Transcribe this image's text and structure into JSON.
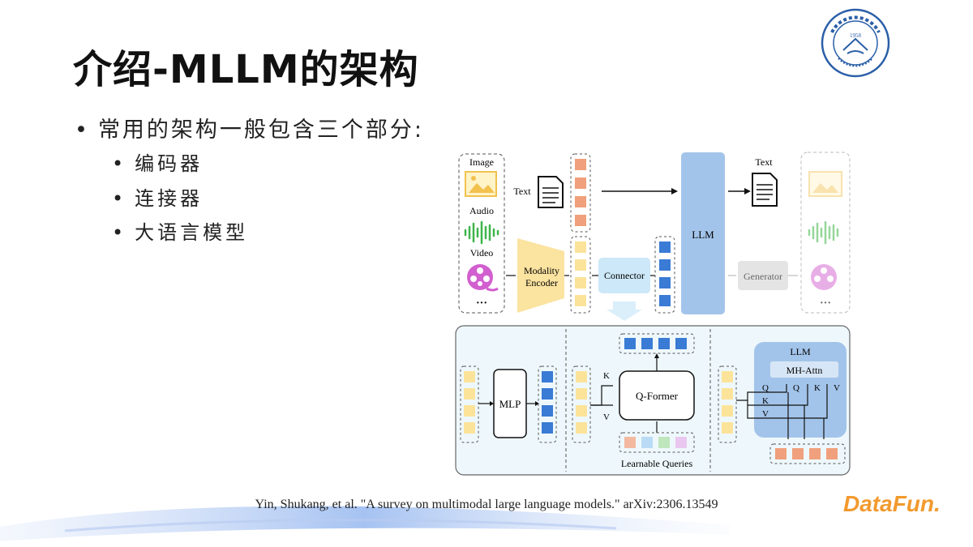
{
  "slide": {
    "title": "介绍-MLLM的架构",
    "main_bullet": "常用的架构一般包含三个部分:",
    "sub_bullets": [
      "编码器",
      "连接器",
      "大语言模型"
    ],
    "citation": "Yin, Shukang, et al. \"A survey on multimodal large language models.\" arXiv:2306.13549",
    "brand": "DataFun.",
    "logo_year": "1958"
  },
  "diagram": {
    "inputs": {
      "image": "Image",
      "audio": "Audio",
      "video": "Video",
      "ellipsis": "···"
    },
    "text_in": "Text",
    "encoder": [
      "Modality",
      "Encoder"
    ],
    "connector": "Connector",
    "llm": "LLM",
    "text_out": "Text",
    "generator": "Generator",
    "mlp": "MLP",
    "qformer": "Q-Former",
    "learnable_queries": "Learnable Queries",
    "llm_box": "LLM",
    "mh_attn": "MH-Attn",
    "qkv": [
      "Q",
      "K",
      "V"
    ]
  },
  "colors": {
    "orange_token": "#f0a07c",
    "yellow_token": "#fce39a",
    "blue_token": "#3a7bd5",
    "llm_blue": "#a3c4ea",
    "encoder_yellow": "#fbe3a0",
    "connector_blue": "#cde8f8",
    "brand_orange": "#f29a2e"
  },
  "icons": [
    "image-icon",
    "audio-wave-icon",
    "video-reel-icon",
    "document-icon",
    "university-logo"
  ]
}
